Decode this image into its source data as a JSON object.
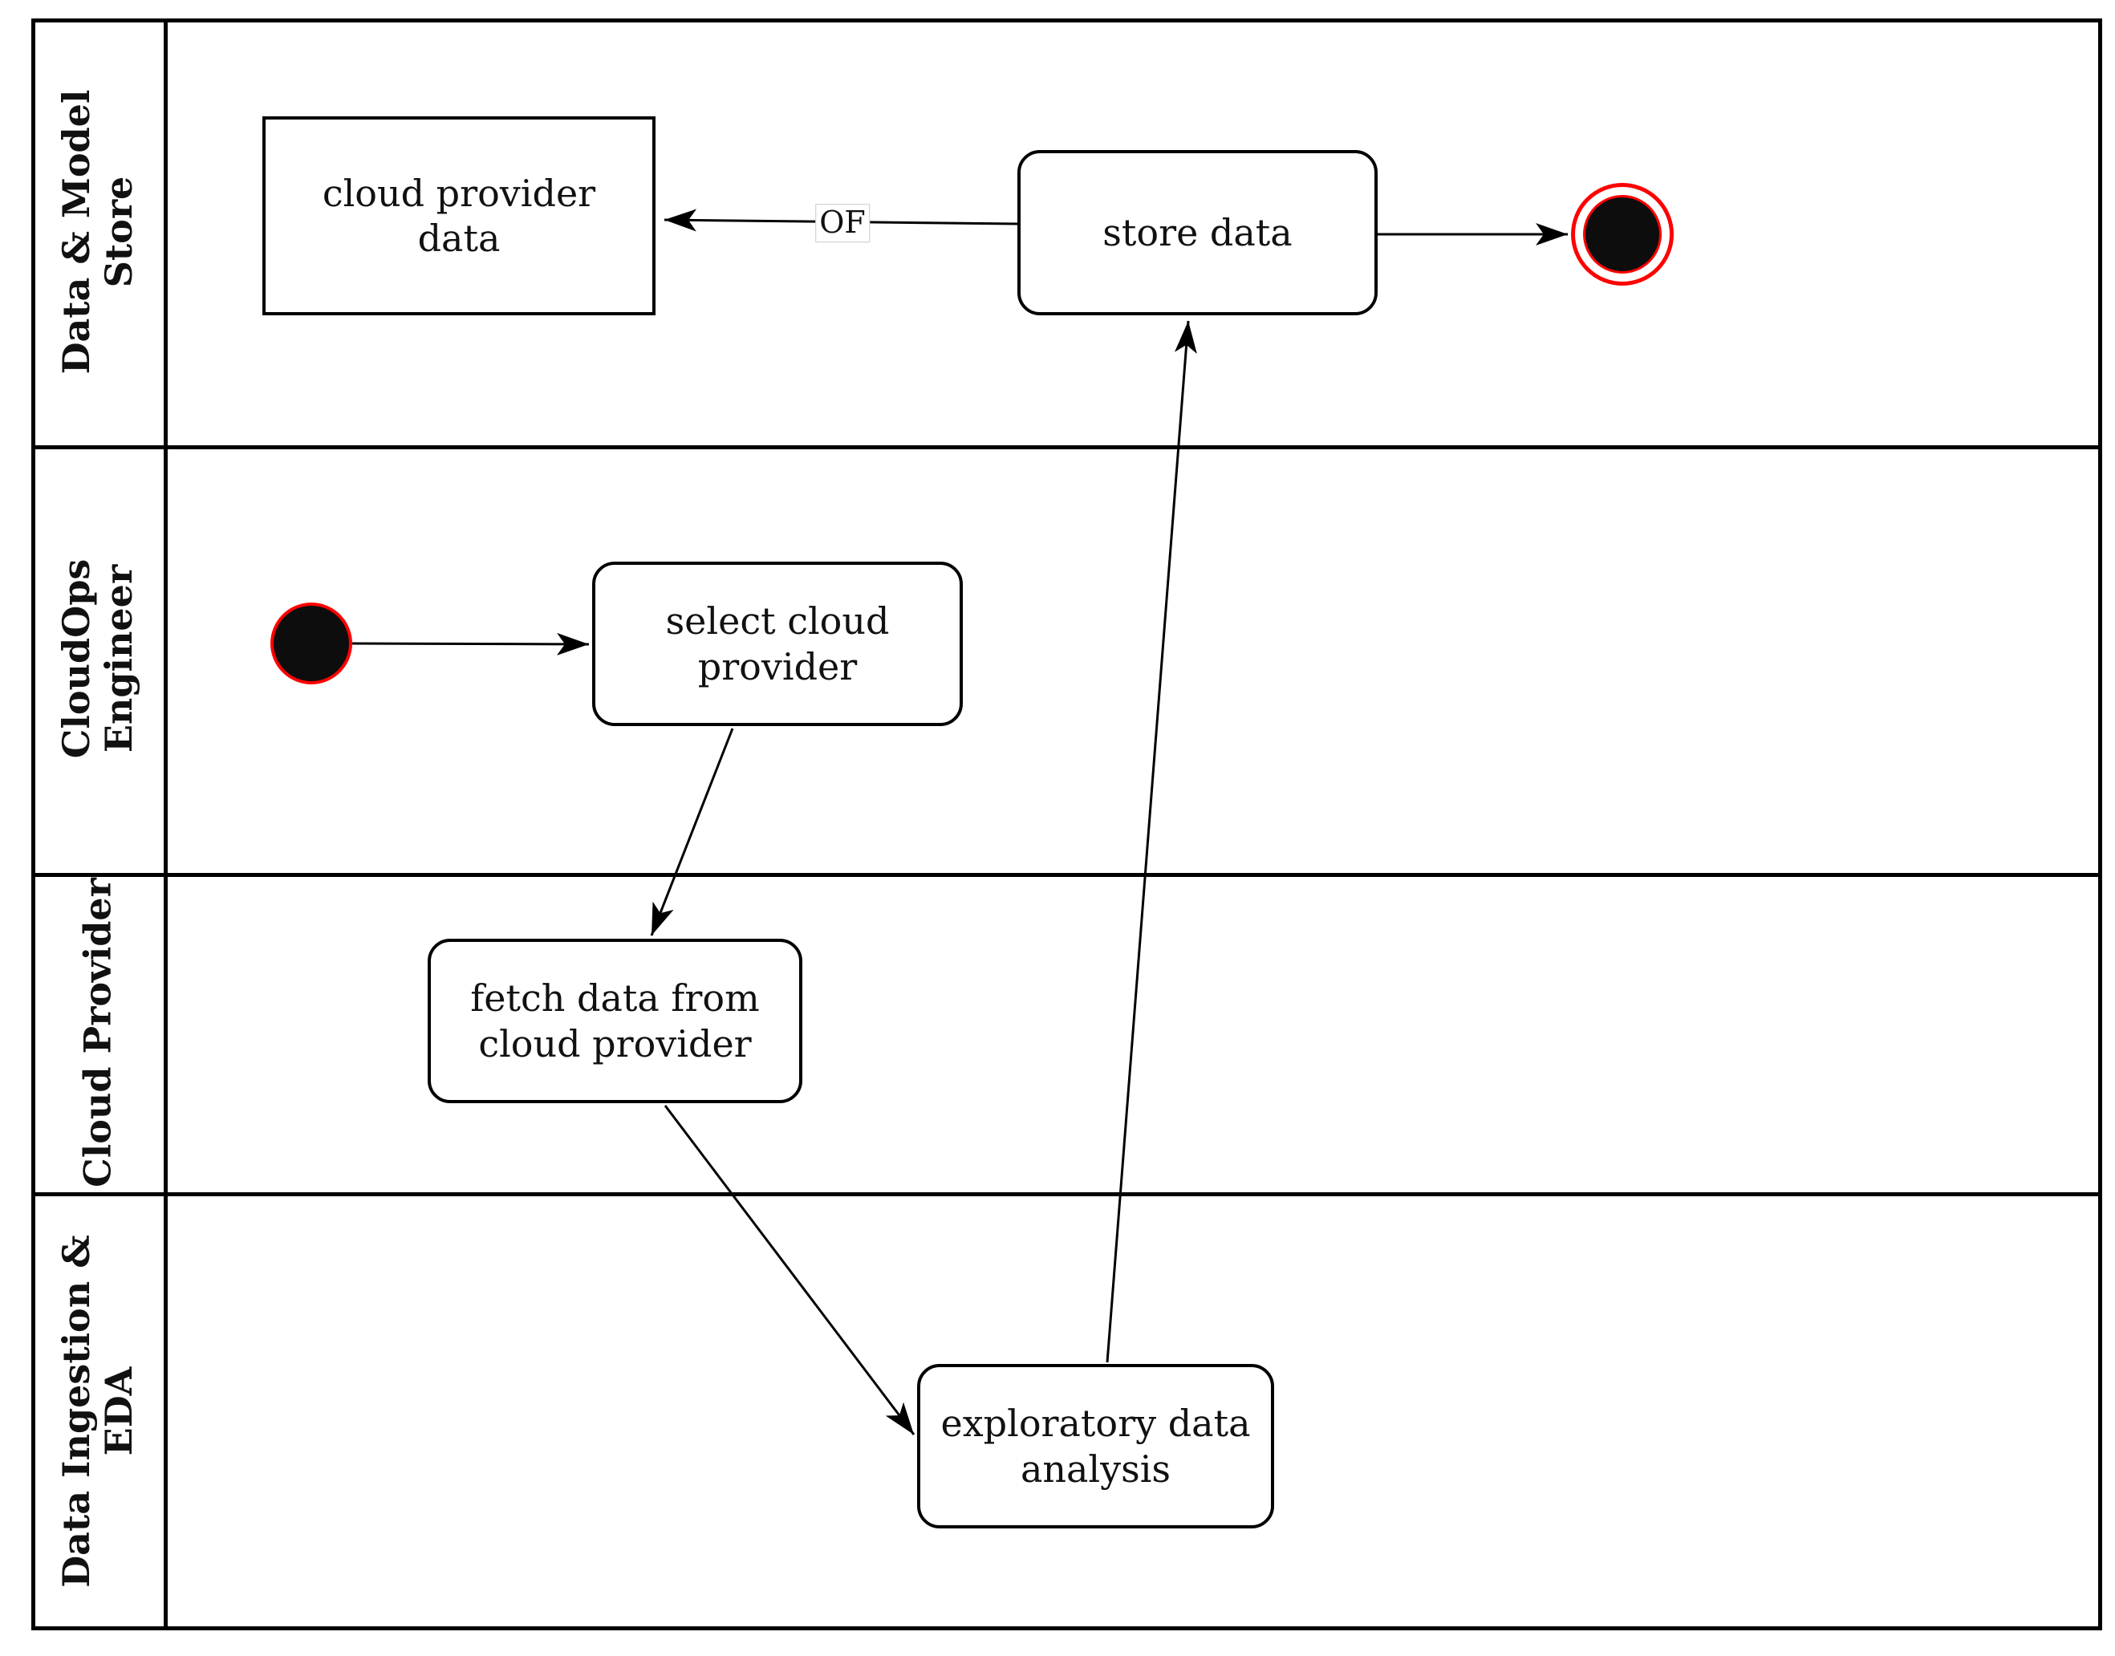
{
  "diagram": {
    "type": "uml-activity-swimlane",
    "orientation": "horizontal-lanes",
    "lanes": [
      {
        "id": "data-model-store",
        "label": "Data & Model\nStore"
      },
      {
        "id": "cloudops-engineer",
        "label": "CloudOps\nEngineer"
      },
      {
        "id": "cloud-provider",
        "label": "Cloud Provider"
      },
      {
        "id": "data-ingestion-eda",
        "label": "Data Ingestion &\nEDA"
      }
    ],
    "nodes": {
      "cloud_provider_data": {
        "label": "cloud provider\ndata",
        "type": "object-rectangle",
        "lane": "Data & Model Store"
      },
      "store_data": {
        "label": "store data",
        "type": "action-rounded",
        "lane": "Data & Model Store"
      },
      "final_node": {
        "label": "",
        "type": "final-state",
        "lane": "Data & Model Store"
      },
      "initial_node": {
        "label": "",
        "type": "initial-state",
        "lane": "CloudOps Engineer"
      },
      "select_cloud_provider": {
        "label": "select cloud\nprovider",
        "type": "action-rounded",
        "lane": "CloudOps Engineer"
      },
      "fetch_data": {
        "label": "fetch data from\ncloud provider",
        "type": "action-rounded",
        "lane": "Cloud Provider"
      },
      "exploratory_data_analysis": {
        "label": "exploratory data\nanalysis",
        "type": "action-rounded",
        "lane": "Data Ingestion & EDA"
      }
    },
    "edges": [
      {
        "from": "store_data",
        "to": "cloud_provider_data",
        "label": "OF"
      },
      {
        "from": "store_data",
        "to": "final_node",
        "label": ""
      },
      {
        "from": "initial_node",
        "to": "select_cloud_provider",
        "label": ""
      },
      {
        "from": "select_cloud_provider",
        "to": "fetch_data",
        "label": ""
      },
      {
        "from": "fetch_data",
        "to": "exploratory_data_analysis",
        "label": ""
      },
      {
        "from": "exploratory_data_analysis",
        "to": "store_data",
        "label": ""
      }
    ],
    "colors": {
      "line": "#000000",
      "border": "#000000",
      "text": "#111111",
      "accent_red": "#ff0000",
      "background": "#ffffff",
      "edge_label_border": "#c9c9c9"
    }
  }
}
